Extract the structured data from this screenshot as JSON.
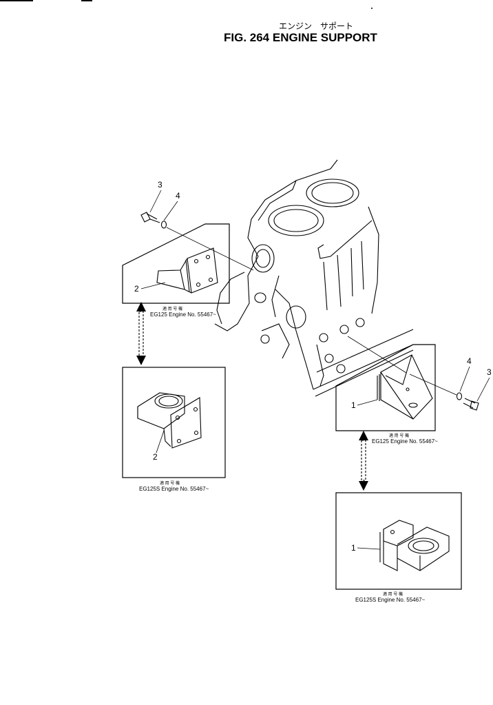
{
  "header": {
    "title_jp": "エンジン　サポート",
    "title": "FIG. 264   ENGINE  SUPPORT"
  },
  "detail_boxes": [
    {
      "caption_jp": "適 用 号 機",
      "caption": "EG125  Engine  No.  55467~"
    },
    {
      "caption_jp": "適 用 号 機",
      "caption": "EG125S  Engine  No.  55467~"
    },
    {
      "caption_jp": "適 用 号 機",
      "caption": "EG125  Engine  No.  55467~"
    },
    {
      "caption_jp": "適 用 号 機",
      "caption": "EG125S  Engine  No.  55467~"
    }
  ],
  "callouts": {
    "bolt": "3",
    "washer": "4",
    "support_left": "2",
    "support_right": "1"
  },
  "colors": {
    "ink": "#000000",
    "paper": "#ffffff"
  }
}
